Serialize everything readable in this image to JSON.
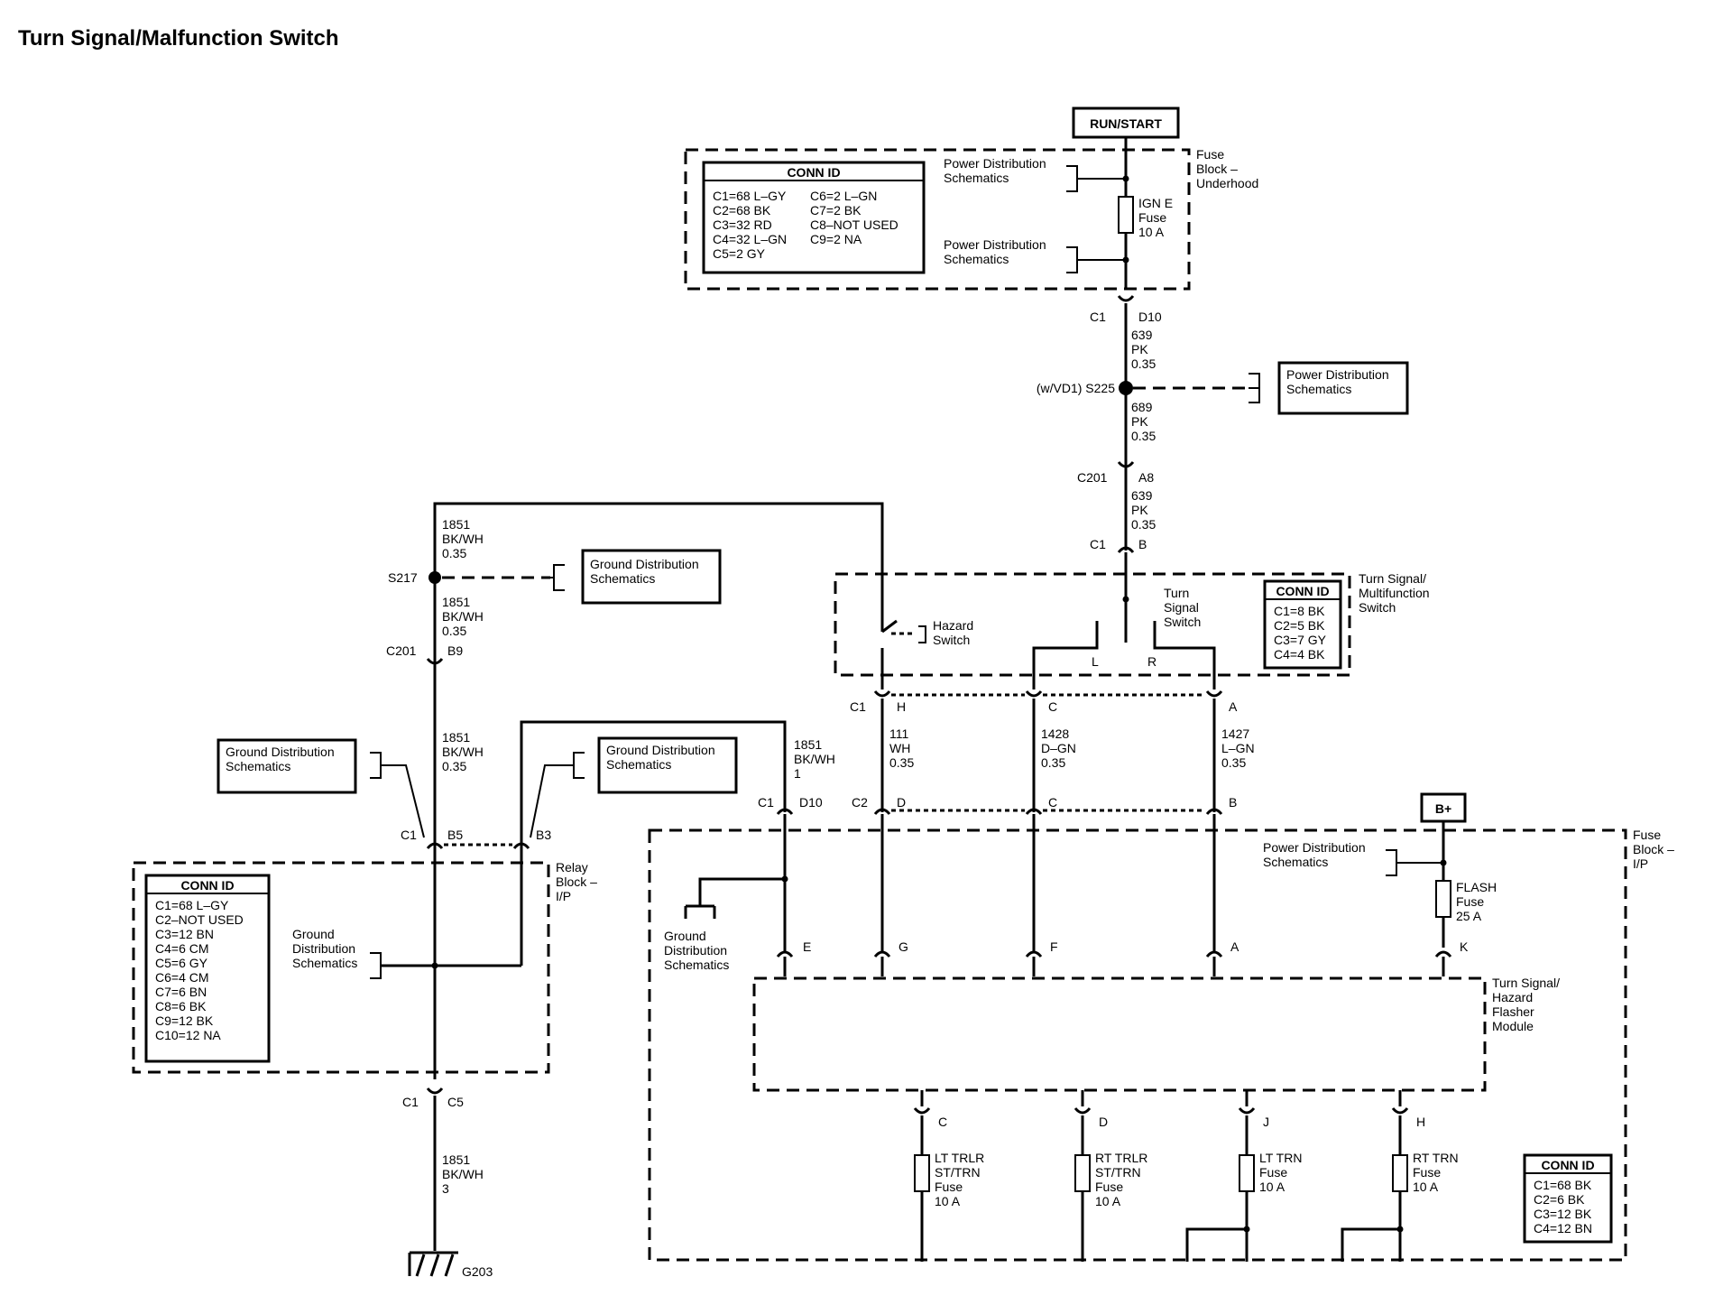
{
  "title": "Turn Signal/Malfunction Switch",
  "power": {
    "run_start": "RUN/START",
    "bplus": "B+"
  },
  "underhood": {
    "label": [
      "Fuse",
      "Block –",
      "Underhood"
    ],
    "conn_title": "CONN ID",
    "conn_left": [
      "C1=68 L–GY",
      "C2=68 BK",
      "C3=32 RD",
      "C4=32 L–GN",
      "C5=2 GY"
    ],
    "conn_right": [
      "C6=2 L–GN",
      "C7=2 BK",
      "C8–NOT USED",
      "C9=2 NA"
    ],
    "pd_top": [
      "Power Distribution",
      "Schematics"
    ],
    "pd_bottom": [
      "Power Distribution",
      "Schematics"
    ],
    "fuse": [
      "IGN E",
      "Fuse",
      "10 A"
    ]
  },
  "feed": {
    "c1": "C1",
    "d10": "D10",
    "wire1": [
      "639",
      "PK",
      "0.35"
    ],
    "splice": "(w/VD1) S225",
    "pd_box": [
      "Power Distribution",
      "Schematics"
    ],
    "wire2": [
      "689",
      "PK",
      "0.35"
    ],
    "c201": "C201",
    "a8": "A8",
    "wire3": [
      "639",
      "PK",
      "0.35"
    ],
    "c1b": "C1",
    "b": "B"
  },
  "switch": {
    "label": [
      "Turn Signal/",
      "Multifunction",
      "Switch"
    ],
    "conn_title": "CONN ID",
    "conn": [
      "C1=8 BK",
      "C2=5 BK",
      "C3=7 GY",
      "C4=4 BK"
    ],
    "hazard": [
      "Hazard",
      "Switch"
    ],
    "turn": [
      "Turn",
      "Signal",
      "Switch"
    ],
    "l": "L",
    "r": "R",
    "c1": "C1",
    "h": "H",
    "c": "C",
    "a": "A"
  },
  "middle_wires": {
    "w111": [
      "111",
      "WH",
      "0.35"
    ],
    "w1428": [
      "1428",
      "D–GN",
      "0.35"
    ],
    "w1427": [
      "1427",
      "L–GN",
      "0.35"
    ],
    "c2": "C2",
    "d": "D",
    "c": "C",
    "b": "B"
  },
  "left": {
    "w_top": [
      "1851",
      "BK/WH",
      "0.35"
    ],
    "s217": "S217",
    "gd_box1": [
      "Ground Distribution",
      "Schematics"
    ],
    "w_mid": [
      "1851",
      "BK/WH",
      "0.35"
    ],
    "c201": "C201",
    "b9": "B9",
    "gd_box2": [
      "Ground Distribution",
      "Schematics"
    ],
    "w_low": [
      "1851",
      "BK/WH",
      "0.35"
    ],
    "gd_box3": [
      "Ground Distribution",
      "Schematics"
    ],
    "w_right": [
      "1851",
      "BK/WH",
      "1"
    ],
    "c1": "C1",
    "b5": "B5",
    "b3": "B3",
    "c1_d10": "C1",
    "d10": "D10"
  },
  "relay_block": {
    "label": [
      "Relay",
      "Block –",
      "I/P"
    ],
    "conn_title": "CONN ID",
    "conn": [
      "C1=68 L–GY",
      "C2–NOT USED",
      "C3=12 BN",
      "C4=6 CM",
      "C5=6 GY",
      "C6=4 CM",
      "C7=6 BN",
      "C8=6 BK",
      "C9=12 BK",
      "C10=12 NA"
    ],
    "gd": [
      "Ground",
      "Distribution",
      "Schematics"
    ],
    "c1": "C1",
    "c5": "C5",
    "w_gnd": [
      "1851",
      "BK/WH",
      "3"
    ],
    "ground": "G203"
  },
  "ip_block": {
    "label": [
      "Fuse",
      "Block –",
      "I/P"
    ],
    "pd": [
      "Power Distribution",
      "Schematics"
    ],
    "flash": [
      "FLASH",
      "Fuse",
      "25 A"
    ],
    "k": "K",
    "gd": [
      "Ground",
      "Distribution",
      "Schematics"
    ],
    "pins": {
      "e": "E",
      "g": "G",
      "f": "F",
      "a": "A"
    },
    "module": [
      "Turn Signal/",
      "Hazard",
      "Flasher",
      "Module"
    ],
    "out_pins": {
      "c": "C",
      "d": "D",
      "j": "J",
      "h": "H"
    },
    "fuses": {
      "lt_trlr": [
        "LT TRLR",
        "ST/TRN",
        "Fuse",
        "10 A"
      ],
      "rt_trlr": [
        "RT TRLR",
        "ST/TRN",
        "Fuse",
        "10 A"
      ],
      "lt_trn": [
        "LT TRN",
        "Fuse",
        "10 A"
      ],
      "rt_trn": [
        "RT TRN",
        "Fuse",
        "10 A"
      ]
    },
    "conn_title": "CONN ID",
    "conn": [
      "C1=68 BK",
      "C2=6 BK",
      "C3=12 BK",
      "C4=12 BN"
    ]
  }
}
